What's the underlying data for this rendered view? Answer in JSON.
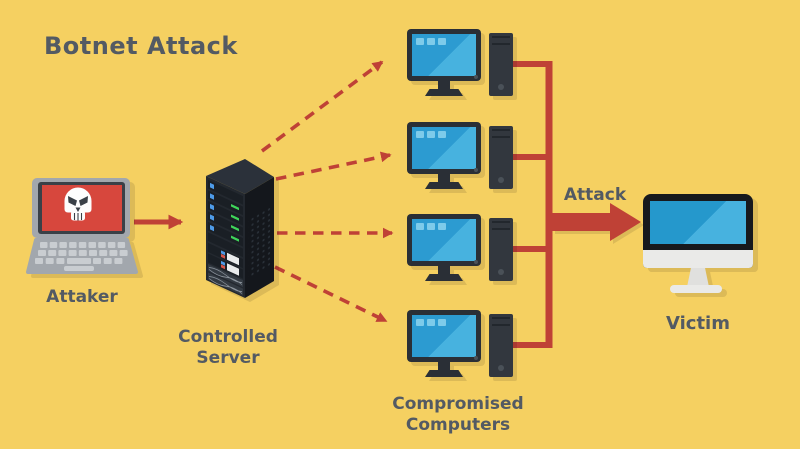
{
  "title": "Botnet Attack",
  "nodes": {
    "attacker": {
      "label": "Attaker",
      "icon": "laptop-skull-icon"
    },
    "controlled_server": {
      "label_lines": [
        "Controlled",
        "Server"
      ],
      "icon": "server-rack-icon"
    },
    "compromised_computers": {
      "label_lines": [
        "Compromised",
        "Computers"
      ],
      "icon": "desktop-pc-icon",
      "count": 4
    },
    "victim": {
      "label": "Victim",
      "icon": "imac-computer-icon"
    }
  },
  "edges": [
    {
      "from": "attacker",
      "to": "controlled_server",
      "style": "solid-arrow"
    },
    {
      "from": "controlled_server",
      "to": "compromised_computers",
      "style": "dashed-arrows",
      "count": 4
    },
    {
      "from": "compromised_computers",
      "to": "victim",
      "style": "thick-arrow",
      "label": "Attack"
    }
  ],
  "colors": {
    "background": "#F5D061",
    "arrow_red": "#BF4136",
    "text": "#535A63",
    "screen_blue": "#2C9BD1",
    "screen_blue_light": "#47B2DF",
    "attacker_screen_red": "#D7473D",
    "device_dark": "#2A2F36",
    "laptop_gray": "#A2A7AD",
    "victim_body_light": "#EAEAE8"
  }
}
